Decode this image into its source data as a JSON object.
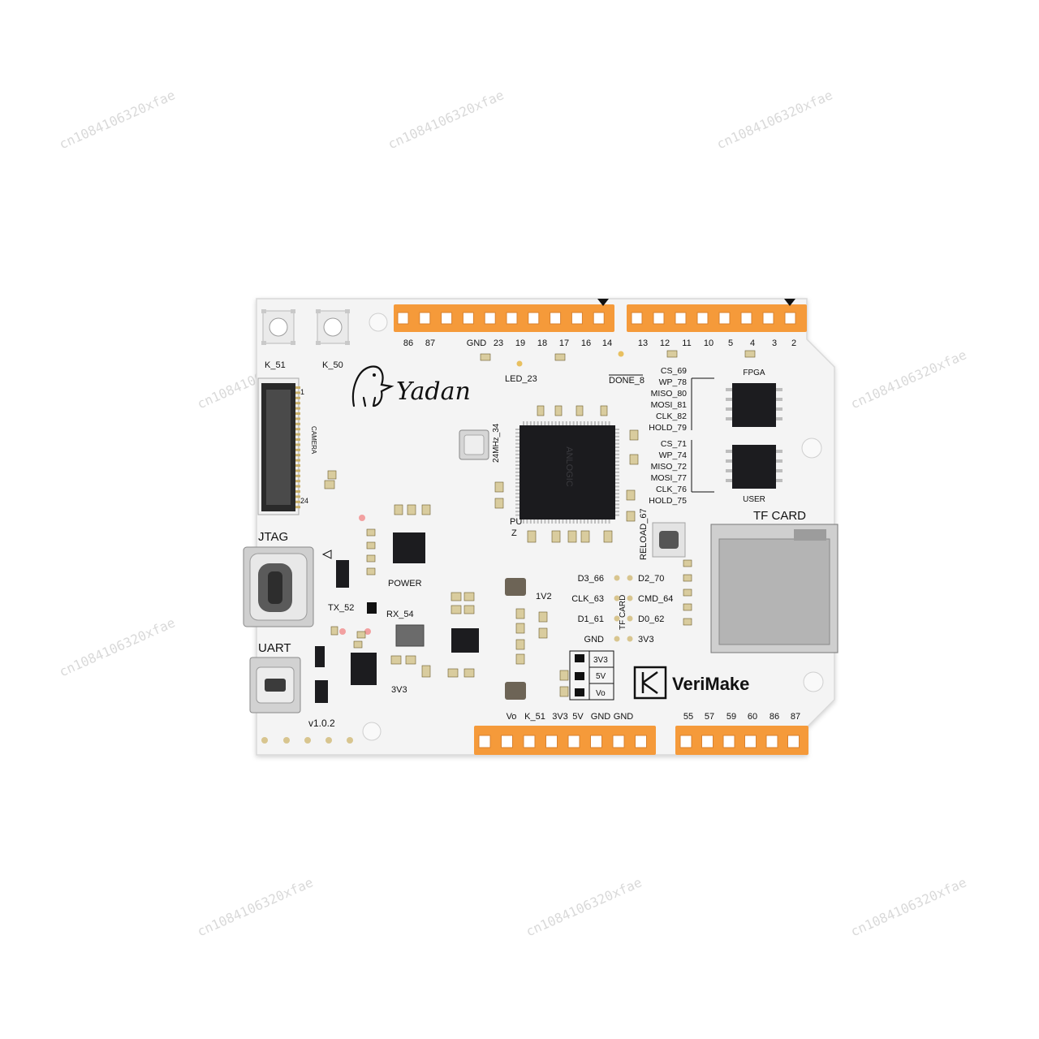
{
  "watermark": "cn1084106320xfae",
  "board": {
    "brand": "Yadan",
    "logo_text": "VeriMake",
    "version": "v1.0.2",
    "top_header_left_labels": [
      "86",
      "87",
      "GND",
      "23",
      "19",
      "18",
      "17",
      "16",
      "14"
    ],
    "top_header_right_labels": [
      "13",
      "12",
      "11",
      "10",
      "5",
      "4",
      "3",
      "2"
    ],
    "bottom_header_left_labels": [
      "Vo",
      "K_51",
      "3V3",
      "5V",
      "GND",
      "GND"
    ],
    "bottom_header_right_labels": [
      "55",
      "57",
      "59",
      "60",
      "86",
      "87"
    ],
    "buttons": {
      "k51": "K_51",
      "k50": "K_50",
      "reload": "RELOAD_67"
    },
    "camera": {
      "label": "CAMERA",
      "pin_start": "1",
      "pin_end": "24"
    },
    "jtag": "JTAG",
    "uart": "UART",
    "power": "POWER",
    "tx": "TX_52",
    "rx": "RX_54",
    "led": "LED_23",
    "done": "DONE_8",
    "crystal": "24MHz_34",
    "pu": "PU",
    "z": "Z",
    "v1v2": "1V2",
    "v3v3_small": "3V3",
    "fpga_label": "FPGA",
    "user_label": "USER",
    "fpga_flash_pins": [
      "CS_69",
      "WP_78",
      "MISO_80",
      "MOSI_81",
      "CLK_82",
      "HOLD_79"
    ],
    "user_flash_pins": [
      "CS_71",
      "WP_74",
      "MISO_72",
      "MOSI_77",
      "CLK_76",
      "HOLD_75"
    ],
    "tf_card": "TF CARD",
    "tf_card_vertical": "TF CARD",
    "tf_left_pins": [
      "D3_66",
      "CLK_63",
      "D1_61",
      "GND"
    ],
    "tf_right_pins": [
      "D2_70",
      "CMD_64",
      "D0_62",
      "3V3"
    ],
    "voltage_select": [
      "3V3",
      "5V",
      "Vo"
    ],
    "fpga_chip_mark": "ANLOGIC"
  }
}
